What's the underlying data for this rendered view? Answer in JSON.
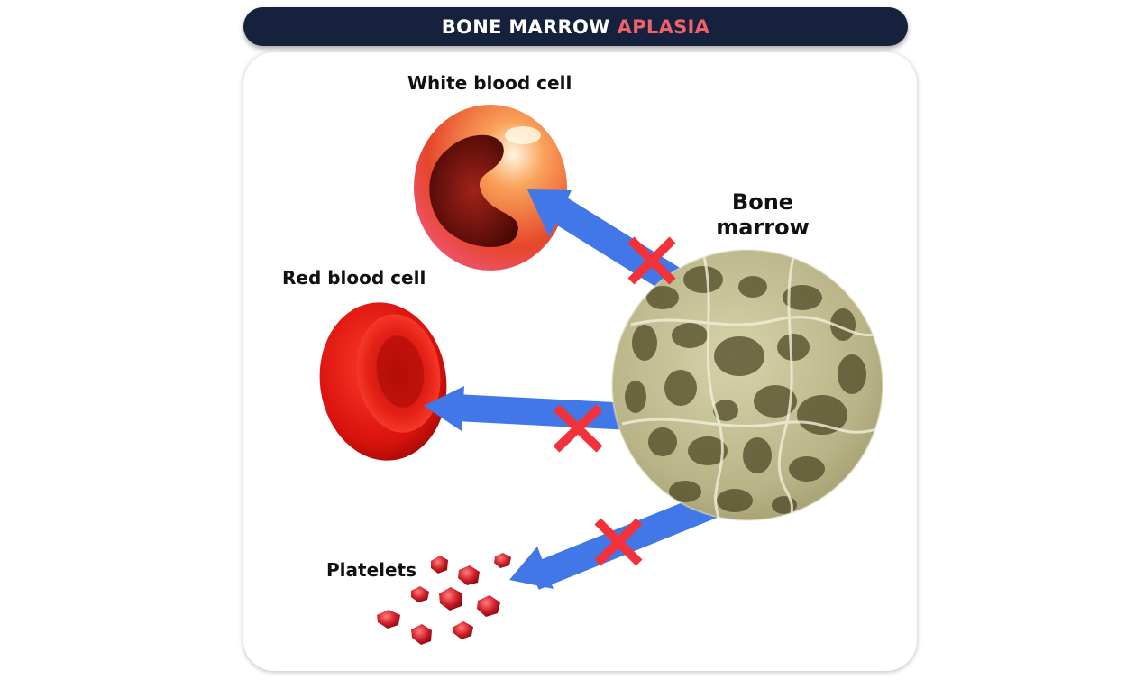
{
  "title": {
    "prefix": "BONE MARROW",
    "highlight": "APLASIA",
    "highlight_color": "#f0626a",
    "background": "#16213d"
  },
  "labels": {
    "white_blood_cell": "White blood cell",
    "red_blood_cell": "Red blood cell",
    "platelets": "Platelets",
    "bone_marrow": "Bone marrow"
  },
  "colors": {
    "arrow": "#4277e8",
    "blocked_mark": "#f2323a"
  },
  "icons": [
    "bone-marrow-circle",
    "white-blood-cell",
    "red-blood-cell",
    "platelets-cluster",
    "blocked-x-icon"
  ]
}
